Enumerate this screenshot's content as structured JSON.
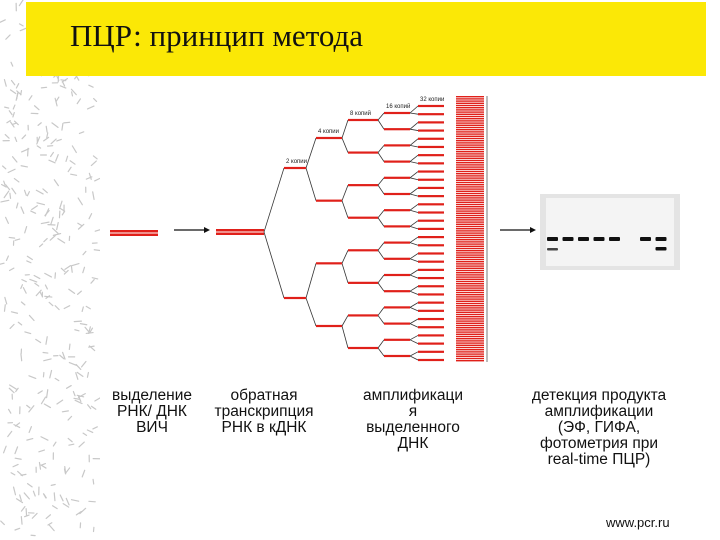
{
  "title": "ПЦР: принцип метода",
  "diagram": {
    "cycle_labels": [
      "2 копии",
      "4 копии",
      "8 копий",
      "16 копий",
      "32 копии"
    ],
    "gel_lanes": 8
  },
  "captions": {
    "isolation": "выделение\nРНК/ ДНК\nВИЧ",
    "reverse_transcription": "обратная\nтранскрипция\nРНК в кДНК",
    "amplification": "амплификаци\nя\nвыделенного\nДНК",
    "detection": "детекция продукта\nамплификации\n(ЭФ, ГИФА,\nфотометрия при\nreal-time ПЦР)"
  },
  "footer": "www.pcr.ru",
  "colors": {
    "title_bar": "#fbe806",
    "dna_red": "#e0201a",
    "gel_bg": "#eeeeee"
  }
}
